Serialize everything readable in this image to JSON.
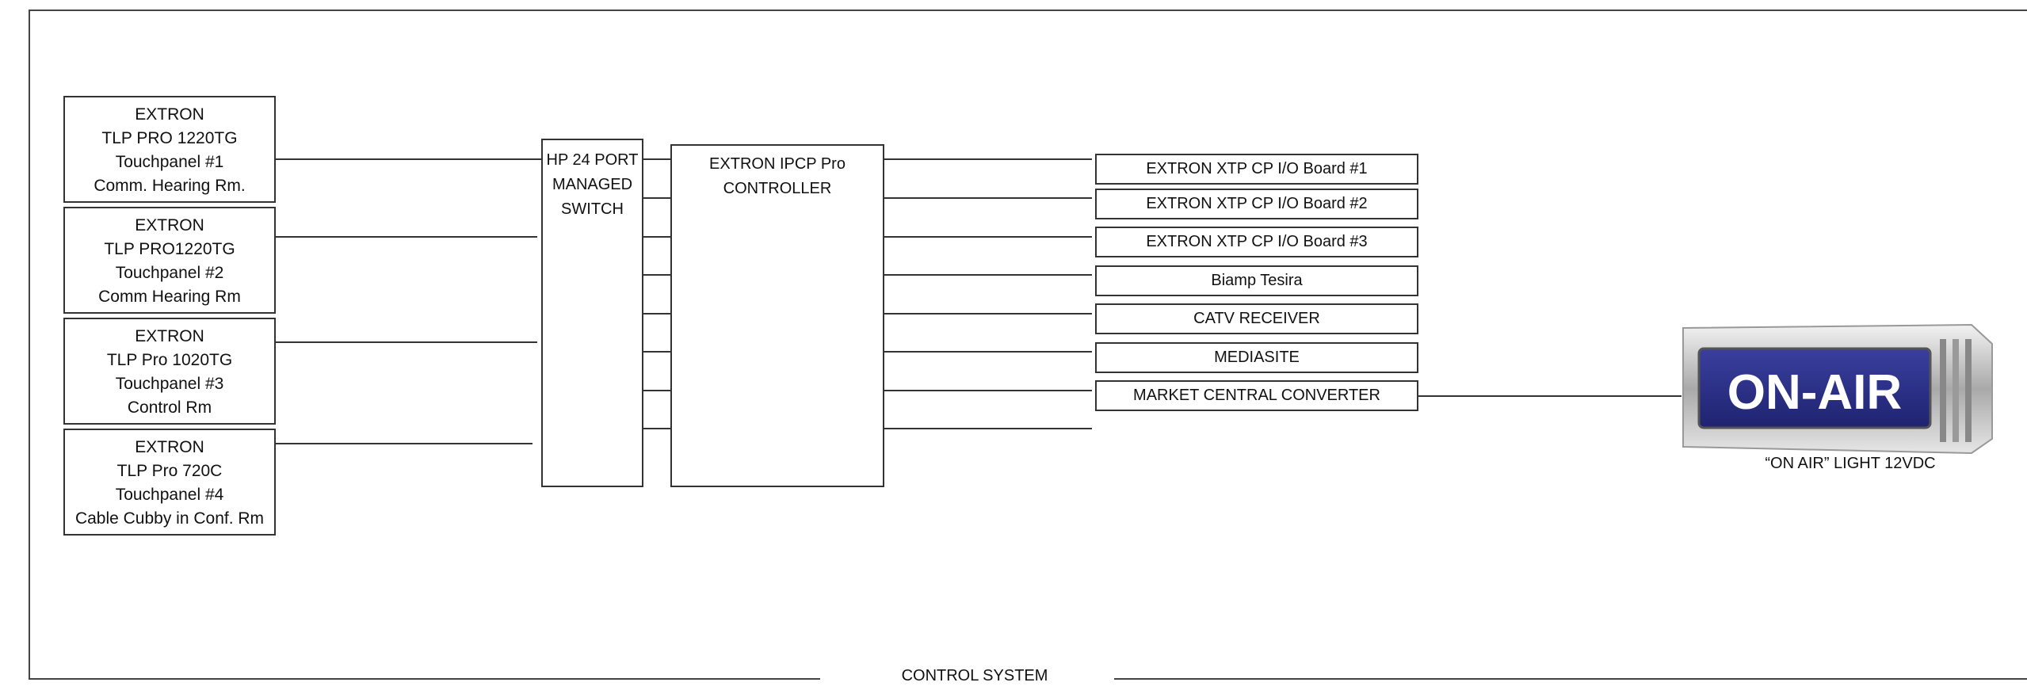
{
  "touchpanels": [
    {
      "lines": [
        "EXTRON",
        "TLP PRO 1220TG",
        "Touchpanel #1",
        "Comm. Hearing Rm."
      ]
    },
    {
      "lines": [
        "EXTRON",
        "TLP PRO1220TG",
        "Touchpanel #2",
        "Comm Hearing Rm"
      ]
    },
    {
      "lines": [
        "EXTRON",
        "TLP Pro 1020TG",
        "Touchpanel #3",
        "Control Rm"
      ]
    },
    {
      "lines": [
        "EXTRON",
        "TLP Pro 720C",
        "Touchpanel #4",
        "Cable Cubby in Conf. Rm"
      ]
    }
  ],
  "switch": {
    "lines": [
      "HP 24 PORT",
      "MANAGED",
      "SWITCH"
    ]
  },
  "controller": {
    "lines": [
      "EXTRON IPCP Pro",
      "CONTROLLER"
    ]
  },
  "devices": [
    "EXTRON XTP CP I/O Board #1",
    "EXTRON XTP CP I/O Board #2",
    "EXTRON XTP CP I/O Board #3",
    "Biamp Tesira",
    "CATV RECEIVER",
    "MEDIASITE",
    "MARKET CENTRAL CONVERTER"
  ],
  "onair": {
    "sign_text": "ON-AIR",
    "label": "“ON AIR” LIGHT 12VDC"
  },
  "frame": {
    "title": "CONTROL SYSTEM"
  },
  "colors": {
    "line": "#333333",
    "sign_panel": "#2a2e8c",
    "sign_text": "#ffffff",
    "metal": "#c9c9c9"
  }
}
